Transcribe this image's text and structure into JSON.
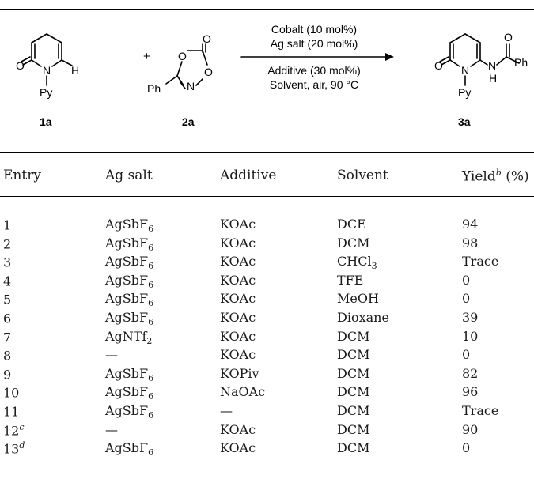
{
  "scheme": {
    "reactant1": {
      "label": "1a",
      "atoms": {
        "o": "O",
        "n": "N",
        "h": "H",
        "py": "Py"
      }
    },
    "plus": "+",
    "reactant2": {
      "label": "2a",
      "atoms": {
        "o_top": "O",
        "o_ring1": "O",
        "o_ring2": "O",
        "n": "N",
        "ph": "Ph"
      }
    },
    "conditions": {
      "above_1": "Cobalt (10 mol%)",
      "above_2": "Ag salt (20 mol%)",
      "below_1": "Additive (30 mol%)",
      "below_2": "Solvent, air, 90 °C"
    },
    "product": {
      "label": "3a",
      "atoms": {
        "o_ring": "O",
        "n_ring": "N",
        "py": "Py",
        "nh_n": "N",
        "nh_h": "H",
        "o_amide": "O",
        "ph": "Ph"
      }
    }
  },
  "table": {
    "headers": {
      "entry": "Entry",
      "ag_salt": "Ag salt",
      "additive": "Additive",
      "solvent": "Solvent",
      "yield": "Yield",
      "yield_note": "b",
      "yield_unit": " (%)"
    },
    "rows": [
      {
        "entry": "1",
        "entry_note": "",
        "ag": "AgSbF",
        "ag_sub": "6",
        "additive": "KOAc",
        "solvent": "DCE",
        "solvent_sub": "",
        "yield": "94"
      },
      {
        "entry": "2",
        "entry_note": "",
        "ag": "AgSbF",
        "ag_sub": "6",
        "additive": "KOAc",
        "solvent": "DCM",
        "solvent_sub": "",
        "yield": "98"
      },
      {
        "entry": "3",
        "entry_note": "",
        "ag": "AgSbF",
        "ag_sub": "6",
        "additive": "KOAc",
        "solvent": "CHCl",
        "solvent_sub": "3",
        "yield": "Trace"
      },
      {
        "entry": "4",
        "entry_note": "",
        "ag": "AgSbF",
        "ag_sub": "6",
        "additive": "KOAc",
        "solvent": "TFE",
        "solvent_sub": "",
        "yield": "0"
      },
      {
        "entry": "5",
        "entry_note": "",
        "ag": "AgSbF",
        "ag_sub": "6",
        "additive": "KOAc",
        "solvent": "MeOH",
        "solvent_sub": "",
        "yield": "0"
      },
      {
        "entry": "6",
        "entry_note": "",
        "ag": "AgSbF",
        "ag_sub": "6",
        "additive": "KOAc",
        "solvent": "Dioxane",
        "solvent_sub": "",
        "yield": "39"
      },
      {
        "entry": "7",
        "entry_note": "",
        "ag": "AgNTf",
        "ag_sub": "2",
        "additive": "KOAc",
        "solvent": "DCM",
        "solvent_sub": "",
        "yield": "10"
      },
      {
        "entry": "8",
        "entry_note": "",
        "ag": "—",
        "ag_sub": "",
        "additive": "KOAc",
        "solvent": "DCM",
        "solvent_sub": "",
        "yield": "0"
      },
      {
        "entry": "9",
        "entry_note": "",
        "ag": "AgSbF",
        "ag_sub": "6",
        "additive": "KOPiv",
        "solvent": "DCM",
        "solvent_sub": "",
        "yield": "82"
      },
      {
        "entry": "10",
        "entry_note": "",
        "ag": "AgSbF",
        "ag_sub": "6",
        "additive": "NaOAc",
        "solvent": "DCM",
        "solvent_sub": "",
        "yield": "96"
      },
      {
        "entry": "11",
        "entry_note": "",
        "ag": "AgSbF",
        "ag_sub": "6",
        "additive": "—",
        "solvent": "DCM",
        "solvent_sub": "",
        "yield": "Trace"
      },
      {
        "entry": "12",
        "entry_note": "c",
        "ag": "—",
        "ag_sub": "",
        "additive": "KOAc",
        "solvent": "DCM",
        "solvent_sub": "",
        "yield": "90"
      },
      {
        "entry": "13",
        "entry_note": "d",
        "ag": "AgSbF",
        "ag_sub": "6",
        "additive": "KOAc",
        "solvent": "DCM",
        "solvent_sub": "",
        "yield": "0"
      }
    ]
  }
}
